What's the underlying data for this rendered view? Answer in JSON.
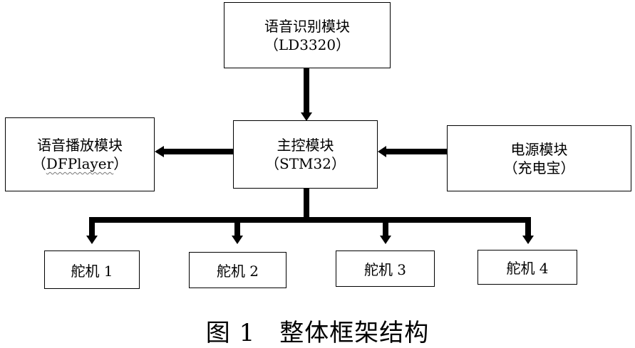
{
  "boxes": {
    "voice_recognition": {
      "title": "语音识别模块",
      "subtitle": "（LD3320）"
    },
    "voice_playback": {
      "title": "语音播放模块",
      "subtitle_open": "（",
      "subtitle_mark": "DFPlayer",
      "subtitle_close": "）"
    },
    "main_control": {
      "title": "主控模块",
      "subtitle": "（STM32）"
    },
    "power": {
      "title": "电源模块",
      "subtitle": "（充电宝）"
    },
    "servos": [
      "舵机 1",
      "舵机 2",
      "舵机 3",
      "舵机 4"
    ]
  },
  "caption": {
    "figure": "图 1",
    "title": "整体框架结构"
  }
}
